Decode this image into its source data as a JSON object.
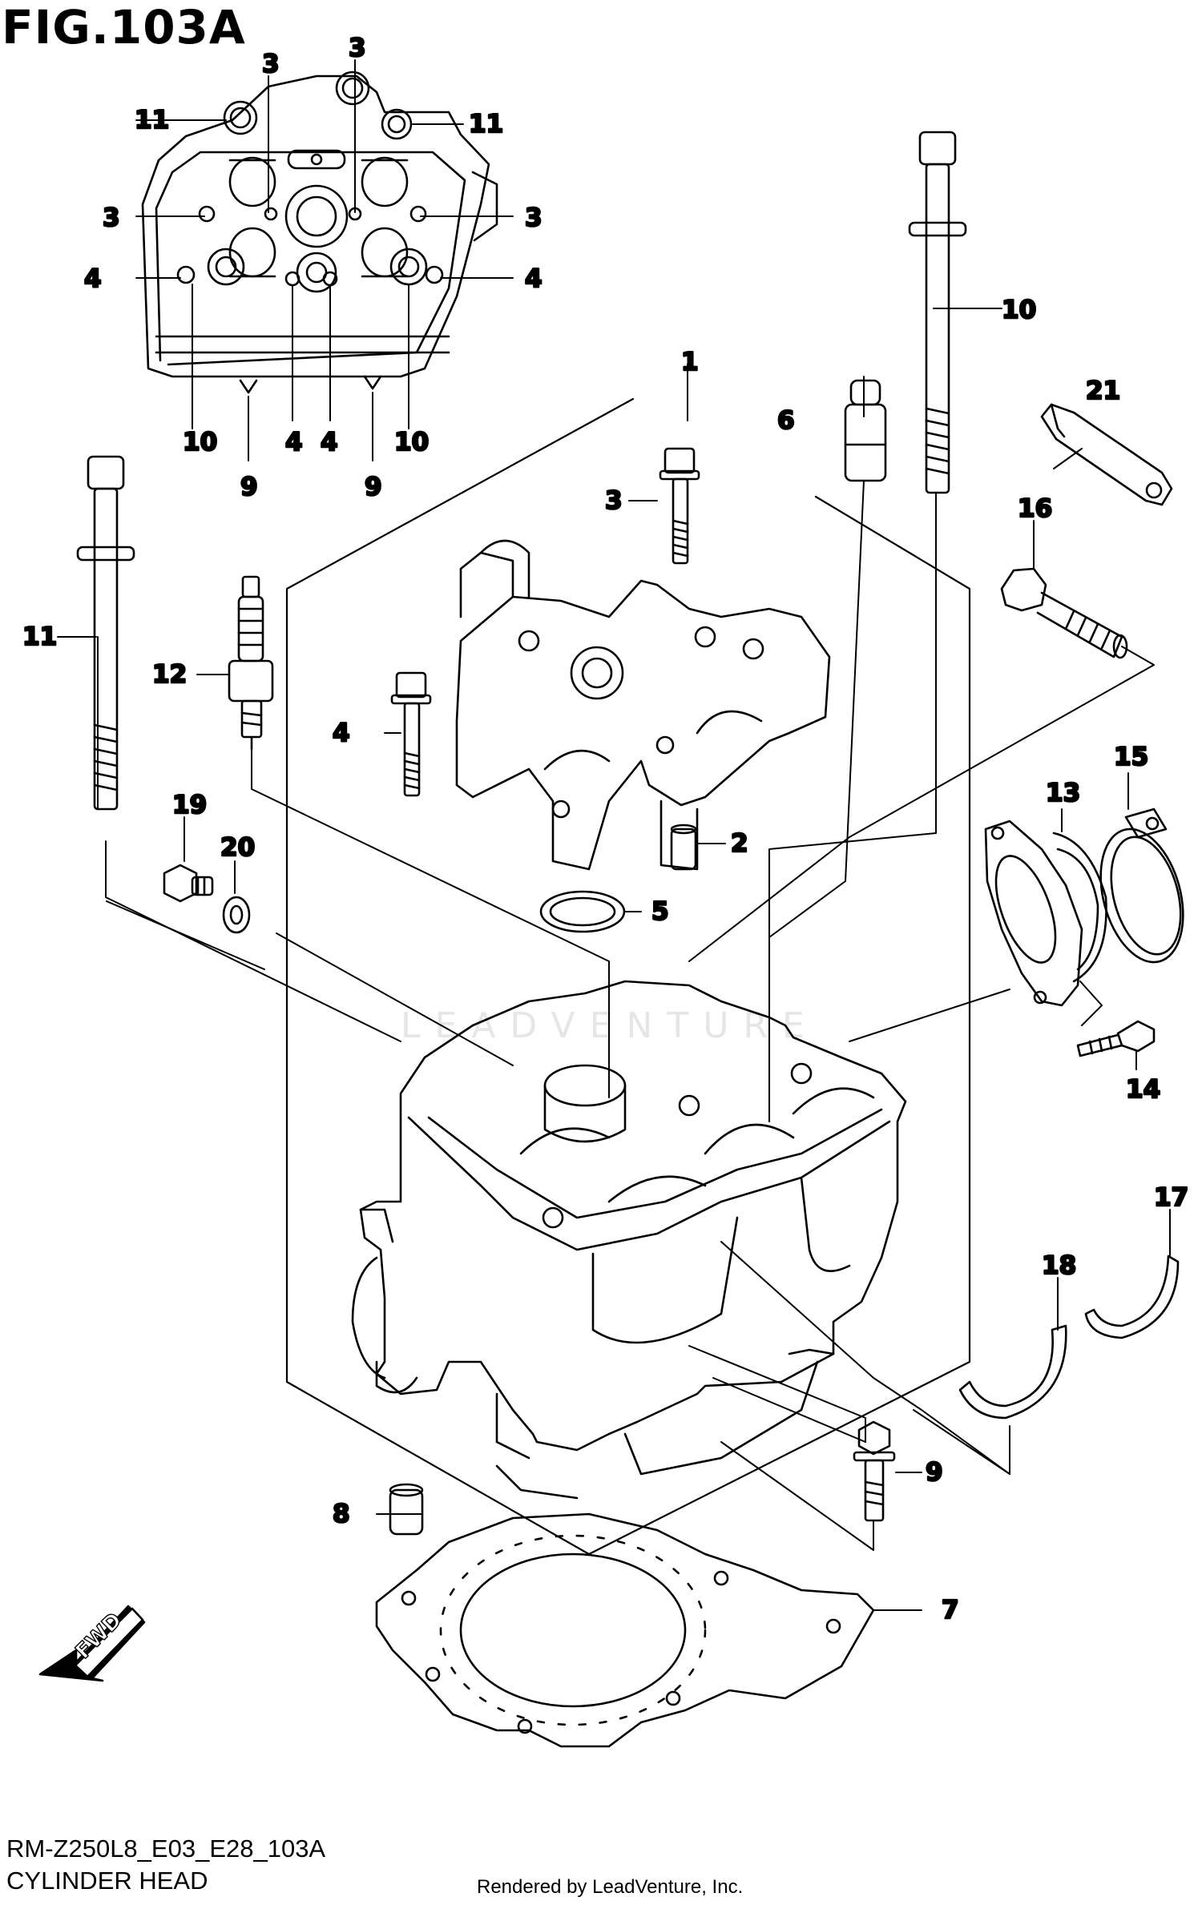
{
  "figure": {
    "title": "FIG.103A",
    "model_code": "RM-Z250L8_E03_E28_103A",
    "name": "CYLINDER HEAD",
    "rendered_by": "Rendered by LeadVenture, Inc.",
    "watermark": "LEADVENTURE",
    "fwd_label": "FWD"
  },
  "callouts": [
    {
      "id": "c1",
      "label": "1"
    },
    {
      "id": "c2",
      "label": "2"
    },
    {
      "id": "c3a",
      "label": "3"
    },
    {
      "id": "c4a",
      "label": "4"
    },
    {
      "id": "c5",
      "label": "5"
    },
    {
      "id": "c6",
      "label": "6"
    },
    {
      "id": "c7",
      "label": "7"
    },
    {
      "id": "c8",
      "label": "8"
    },
    {
      "id": "c9a",
      "label": "9"
    },
    {
      "id": "c10a",
      "label": "10"
    },
    {
      "id": "c11a",
      "label": "11"
    },
    {
      "id": "c12",
      "label": "12"
    },
    {
      "id": "c13",
      "label": "13"
    },
    {
      "id": "c14",
      "label": "14"
    },
    {
      "id": "c15",
      "label": "15"
    },
    {
      "id": "c16",
      "label": "16"
    },
    {
      "id": "c17",
      "label": "17"
    },
    {
      "id": "c18",
      "label": "18"
    },
    {
      "id": "c19",
      "label": "19"
    },
    {
      "id": "c20",
      "label": "20"
    },
    {
      "id": "c21",
      "label": "21"
    },
    {
      "id": "t3a",
      "label": "3"
    },
    {
      "id": "t3b",
      "label": "3"
    },
    {
      "id": "t3c",
      "label": "3"
    },
    {
      "id": "t3d",
      "label": "3"
    },
    {
      "id": "t11a",
      "label": "11"
    },
    {
      "id": "t11b",
      "label": "11"
    },
    {
      "id": "t4a",
      "label": "4"
    },
    {
      "id": "t4b",
      "label": "4"
    },
    {
      "id": "t4c",
      "label": "4"
    },
    {
      "id": "t4d",
      "label": "4"
    },
    {
      "id": "t10a",
      "label": "10"
    },
    {
      "id": "t10b",
      "label": "10"
    },
    {
      "id": "t9a",
      "label": "9"
    },
    {
      "id": "t9b",
      "label": "9"
    }
  ]
}
